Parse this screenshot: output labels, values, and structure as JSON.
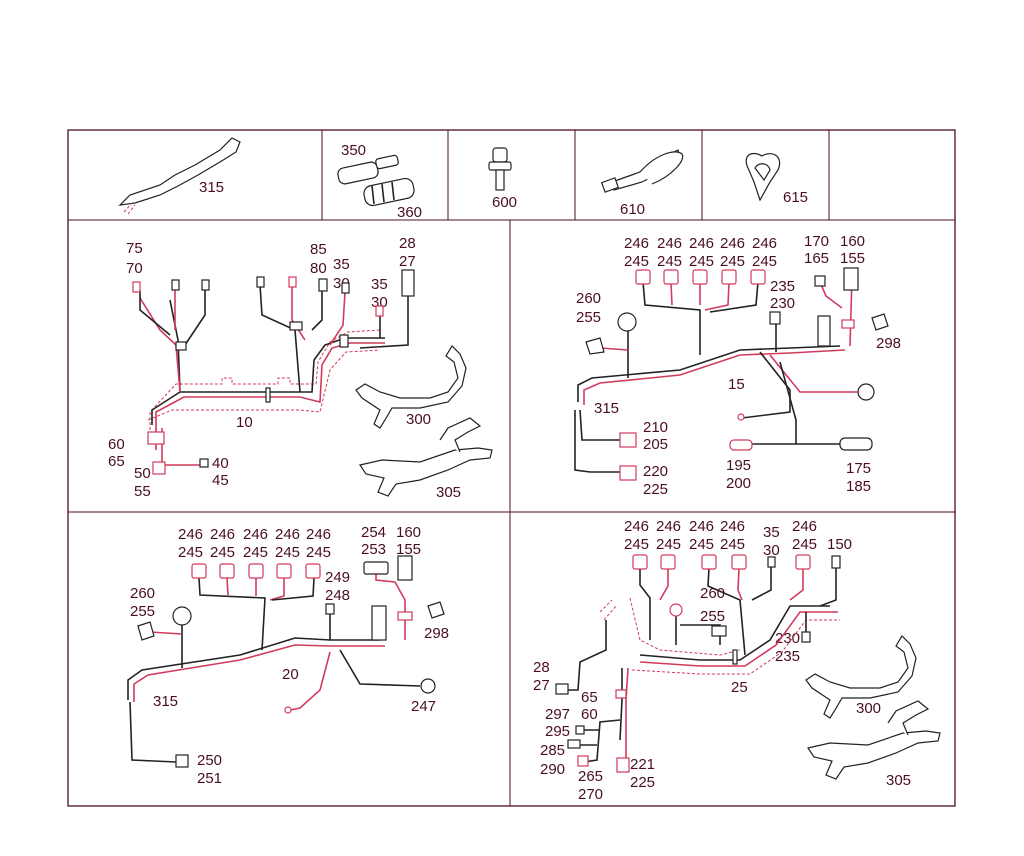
{
  "labels": {
    "strip": {
      "l315": "315",
      "l350": "350",
      "l360": "360",
      "l600": "600",
      "l610": "610",
      "l615": "615"
    },
    "tl": {
      "l75": "75",
      "l70": "70",
      "l85": "85",
      "l80": "80",
      "l35a": "35",
      "l30a": "30",
      "l35b": "35",
      "l30b": "30",
      "l28": "28",
      "l27": "27",
      "l10": "10",
      "l60": "60",
      "l65": "65",
      "l50": "50",
      "l55": "55",
      "l40": "40",
      "l45": "45",
      "l300": "300",
      "l305": "305"
    },
    "tr": {
      "a246": "246",
      "a245": "245",
      "b246": "246",
      "b245": "245",
      "c246": "246",
      "c245": "245",
      "d246": "246",
      "d245": "245",
      "e246": "246",
      "e245": "245",
      "l170": "170",
      "l165": "165",
      "l160": "160",
      "l155": "155",
      "l235": "235",
      "l230": "230",
      "l260": "260",
      "l255": "255",
      "l298": "298",
      "l15": "15",
      "l315": "315",
      "l210": "210",
      "l205": "205",
      "l220": "220",
      "l225": "225",
      "l195": "195",
      "l200": "200",
      "l175": "175",
      "l185": "185"
    },
    "bl": {
      "a246": "246",
      "a245": "245",
      "b246": "246",
      "b245": "245",
      "c246": "246",
      "c245": "245",
      "d246": "246",
      "d245": "245",
      "e246": "246",
      "e245": "245",
      "l254": "254",
      "l253": "253",
      "l160": "160",
      "l155": "155",
      "l249": "249",
      "l248": "248",
      "l260": "260",
      "l255": "255",
      "l298": "298",
      "l20": "20",
      "l315": "315",
      "l247": "247",
      "l250": "250",
      "l251": "251"
    },
    "br": {
      "a246": "246",
      "a245": "245",
      "b246": "246",
      "b245": "245",
      "c246": "246",
      "c245": "245",
      "d246": "246",
      "d245": "245",
      "l35": "35",
      "l30": "30",
      "f246": "246",
      "f245": "245",
      "l150": "150",
      "l260": "260",
      "l255": "255",
      "l230": "230",
      "l235": "235",
      "l28": "28",
      "l27": "27",
      "l25": "25",
      "l65": "65",
      "l60": "60",
      "l297": "297",
      "l295": "295",
      "l285": "285",
      "l290": "290",
      "l265": "265",
      "l270": "270",
      "l221": "221",
      "l225": "225",
      "l300": "300",
      "l305": "305"
    }
  }
}
